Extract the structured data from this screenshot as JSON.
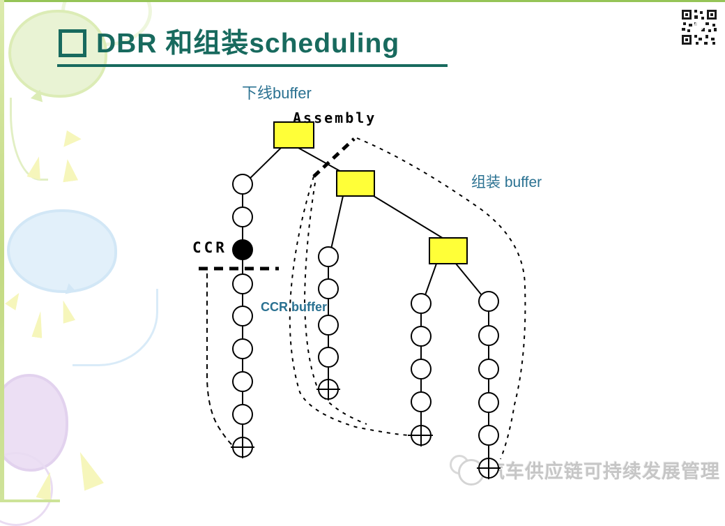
{
  "slide": {
    "title": "DBR 和组装scheduling",
    "watermark": "汽车供应链可持续发展管理"
  },
  "diagram": {
    "labels": {
      "offline_buffer": "下线buffer",
      "assembly": "Assembly",
      "assembly_buffer": "组装 buffer",
      "ccr": "CCR",
      "ccr_buffer": "CCR buffer"
    },
    "structure": {
      "buffer_nodes": 3,
      "chains": [
        {
          "name": "ccr-line",
          "circles": 8,
          "has_ccr_black_node": true,
          "ends_with_crossed_circle": true
        },
        {
          "name": "assembly-feed-1",
          "circles": 4,
          "ends_with_crossed_circle": true
        },
        {
          "name": "assembly-feed-2",
          "circles": 4,
          "ends_with_crossed_circle": true
        },
        {
          "name": "assembly-feed-3",
          "circles": 5,
          "ends_with_crossed_circle": true
        }
      ]
    }
  },
  "icons": {
    "qr_code": "qr-code",
    "balloons": [
      "green-balloon",
      "blue-balloon",
      "purple-balloon"
    ],
    "logo": "panda-logo"
  },
  "colors": {
    "title-color": "#186a5e",
    "label-teal": "#2a7191",
    "buffer-yellow": "#ffff38",
    "line-black": "#000000"
  }
}
